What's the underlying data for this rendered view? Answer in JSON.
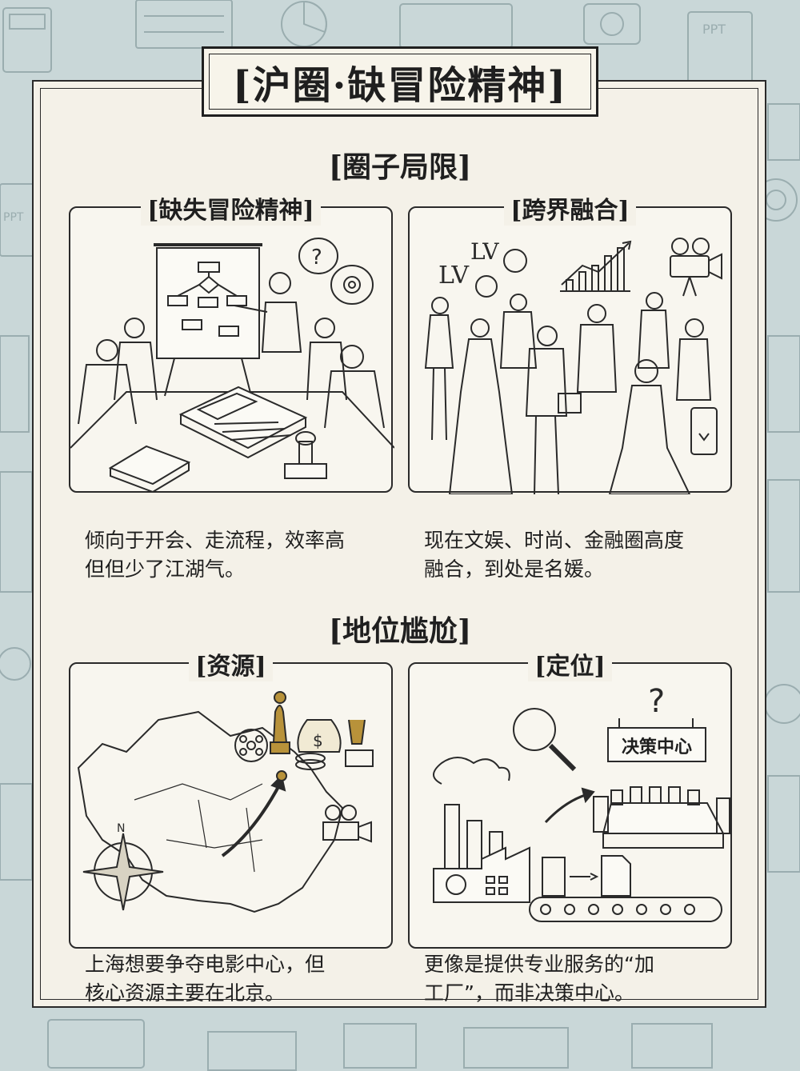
{
  "title": "[沪圈·缺冒险精神]",
  "section1": {
    "heading": "[圈子局限]",
    "panels": [
      {
        "label": "[缺失冒险精神]",
        "caption_lines": [
          "倾向于开会、走流程，效率高",
          "但但少了江湖气。"
        ],
        "icons": [
          "flowchart-board-icon",
          "meeting-people-icon",
          "calculator-icon",
          "stamp-icon",
          "documents-icon",
          "question-bubble-icon",
          "gear-bubble-icon"
        ]
      },
      {
        "label": "[跨界融合]",
        "caption_lines": [
          "现在文娱、时尚、金融圈高度",
          "融合，到处是名媛。"
        ],
        "icons": [
          "fashion-logo-icon",
          "growth-chart-icon",
          "film-camera-icon",
          "crowd-people-icon",
          "phone-like-icon"
        ]
      }
    ]
  },
  "section2": {
    "heading": "[地位尴尬]",
    "panels": [
      {
        "label": "[资源]",
        "caption_lines": [
          "上海想要争夺电影中心，但",
          "核心资源主要在北京。"
        ],
        "icons": [
          "china-map-icon",
          "compass-rose-icon",
          "film-reel-icon",
          "trophy-icon",
          "money-bag-icon",
          "movie-camera-icon",
          "arrow-icon"
        ]
      },
      {
        "label": "[定位]",
        "caption_lines": [
          "更像是提供专业服务的“加",
          "工厂”，而非决策中心。"
        ],
        "sign_text": "决策中心",
        "icons": [
          "magnifier-icon",
          "question-mark-icon",
          "factory-icon",
          "conveyor-belt-icon",
          "conference-table-icon",
          "arrow-icon"
        ]
      }
    ]
  },
  "colors": {
    "background": "#c9d7d8",
    "card": "#f4f1e8",
    "ink": "#1f1f1f",
    "gold": "#b8923a"
  }
}
